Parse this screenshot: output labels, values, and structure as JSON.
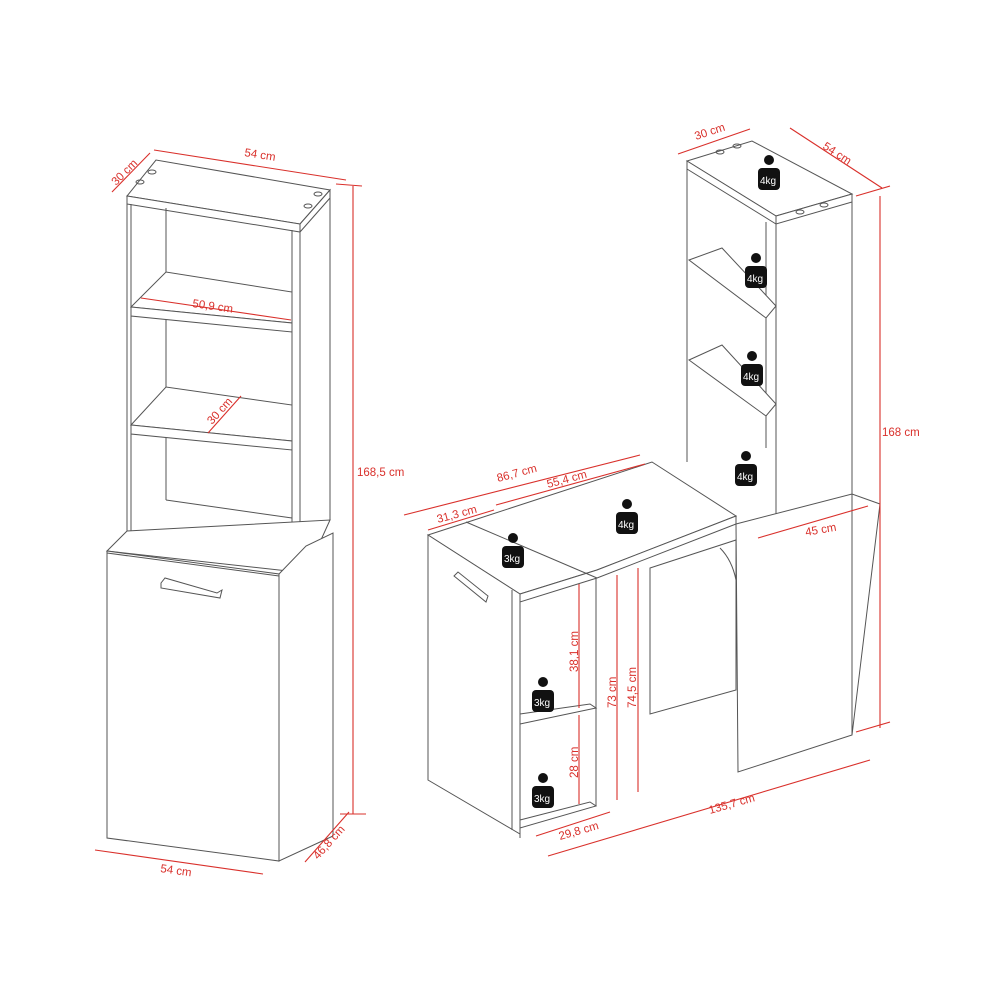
{
  "diagram": {
    "title": "",
    "left_view": {
      "description": "Tall cabinet, closed configuration",
      "dimensions": {
        "top_width": "54 cm",
        "top_depth": "30 cm",
        "shelf_width": "50,9 cm",
        "shelf_depth": "30 cm",
        "height": "168,5 cm",
        "bottom_width": "54 cm",
        "bottom_depth": "46,8 cm"
      }
    },
    "right_view": {
      "description": "Cabinet opened as desk with side shelves",
      "dimensions": {
        "top_depth": "30 cm",
        "top_width": "54 cm",
        "height": "168 cm",
        "desk_total": "86,7 cm",
        "desk_main": "55,4 cm",
        "desk_side": "31,3 cm",
        "right_depth": "45 cm",
        "shelf_upper": "38,1 cm",
        "shelf_lower": "28 cm",
        "desk_height_inner": "73 cm",
        "desk_height": "74,5 cm",
        "bottom_depth": "29,8 cm",
        "total_width": "135,7 cm"
      },
      "load_labels": {
        "top": "4kg",
        "shelf_1": "4kg",
        "shelf_2": "4kg",
        "shelf_3": "4kg",
        "desk_right": "4kg",
        "desk_main": "4kg",
        "desk_side": "3kg",
        "lower_shelf_1": "3kg",
        "lower_shelf_2": "3kg"
      }
    },
    "colors": {
      "dimension": "#d9302b",
      "outline": "#555555",
      "weight": "#111111"
    }
  }
}
